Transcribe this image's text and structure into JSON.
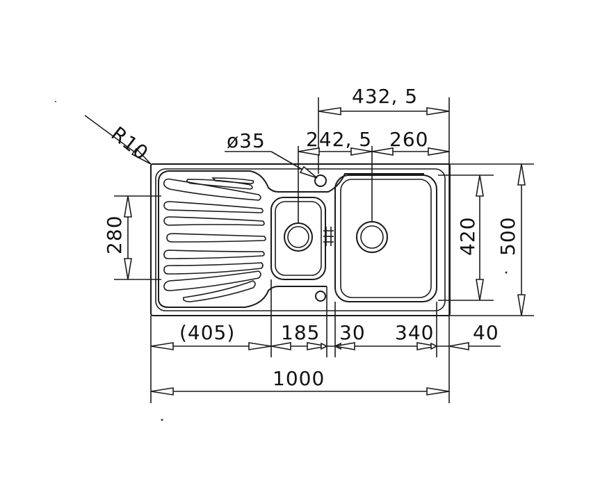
{
  "labels": {
    "radius": "R10",
    "hole_diameter": "ø35",
    "overall_bowl_offset": "432, 5",
    "small_bowl_offset": "242, 5",
    "large_bowl_offset": "260",
    "drainer_height": "280",
    "large_bowl_depth": "420",
    "overall_depth": "500",
    "drainer_width": "(405)",
    "small_bowl_width": "185",
    "gap_width": "30",
    "large_bowl_width": "340",
    "edge_width": "40",
    "overall_width": "1000"
  },
  "colors": {
    "line": "#1a1a1a",
    "background": "#ffffff"
  }
}
